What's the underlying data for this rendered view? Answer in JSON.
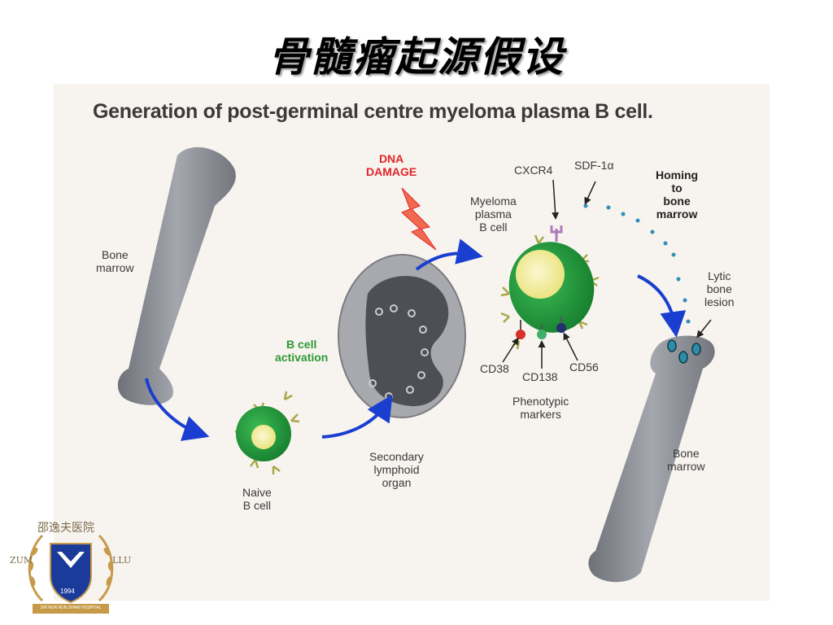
{
  "slide": {
    "title": "骨髓瘤起源假设"
  },
  "figure": {
    "title": "Generation of post-germinal centre myeloma plasma B cell.",
    "labels": {
      "bone_marrow_left": [
        "Bone",
        "marrow"
      ],
      "naive_b_cell": [
        "Naive",
        "B cell"
      ],
      "b_cell_activation": [
        "B cell",
        "activation"
      ],
      "secondary_lymphoid_organ": [
        "Secondary",
        "lymphoid",
        "organ"
      ],
      "dna_damage": [
        "DNA",
        "DAMAGE"
      ],
      "myeloma_plasma_b_cell": [
        "Myeloma",
        "plasma",
        "B cell"
      ],
      "cxcr4": "CXCR4",
      "sdf1a": "SDF-1α",
      "homing": [
        "Homing",
        "to",
        "bone",
        "marrow"
      ],
      "lytic_bone_lesion": [
        "Lytic",
        "bone",
        "lesion"
      ],
      "cd38": "CD38",
      "cd138": "CD138",
      "cd56": "CD56",
      "phenotypic_markers": [
        "Phenotypic",
        "markers"
      ],
      "bone_marrow_right": [
        "Bone",
        "marrow"
      ]
    }
  },
  "logo": {
    "text_top": "邵逸夫医院",
    "text_left": "ZUM",
    "text_right": "LLU",
    "year": "1994",
    "banner": "SIR RUN RUN SHAW HOSPITAL"
  },
  "colors": {
    "bone": "#8a8c94",
    "cell_green": "#1f9a3c",
    "nucleus_yellow": "#f3ef9e",
    "arrow_blue": "#1a3fd0",
    "dna_red": "#e0262b",
    "receptor_olive": "#a8a848",
    "logo_gold": "#c79a4a",
    "logo_blue": "#1b3b9a"
  }
}
